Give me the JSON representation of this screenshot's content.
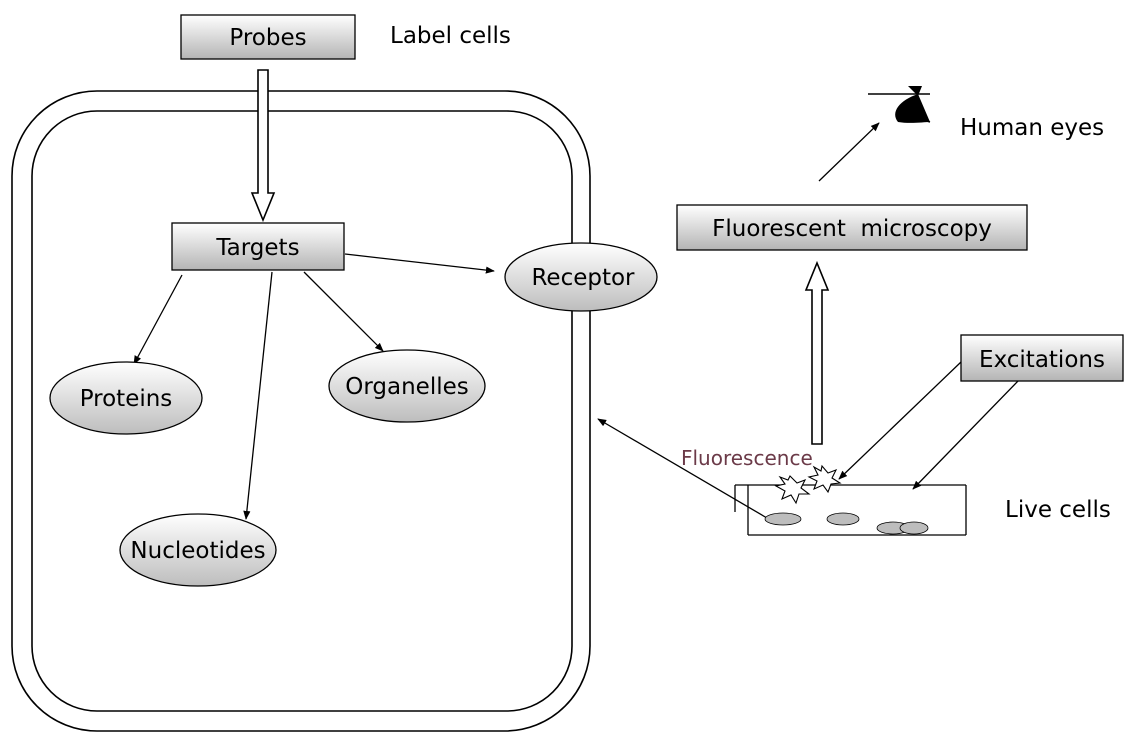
{
  "colors": {
    "box_fill_top": "#ffffff",
    "box_fill_bottom": "#b4b4b4",
    "ellipse_fill_top": "#ffffff",
    "ellipse_fill_bottom": "#bdbdbd",
    "stroke": "#000000",
    "fluorescence_text": "#6b3a48",
    "cell_blob": "#bdbdbd"
  },
  "nodes": {
    "probes": "Probes",
    "targets": "Targets",
    "receptor": "Receptor",
    "proteins": "Proteins",
    "organelles": "Organelles",
    "nucleotides": "Nucleotides",
    "microscopy": "Fluorescent  microscopy",
    "excitations": "Excitations"
  },
  "labels": {
    "label_cells": "Label cells",
    "human_eyes": "Human eyes",
    "live_cells": "Live cells",
    "fluorescence": "Fluorescence"
  },
  "icons": {
    "eye": "eye-icon",
    "burst": "fluorescence-burst-icon"
  }
}
